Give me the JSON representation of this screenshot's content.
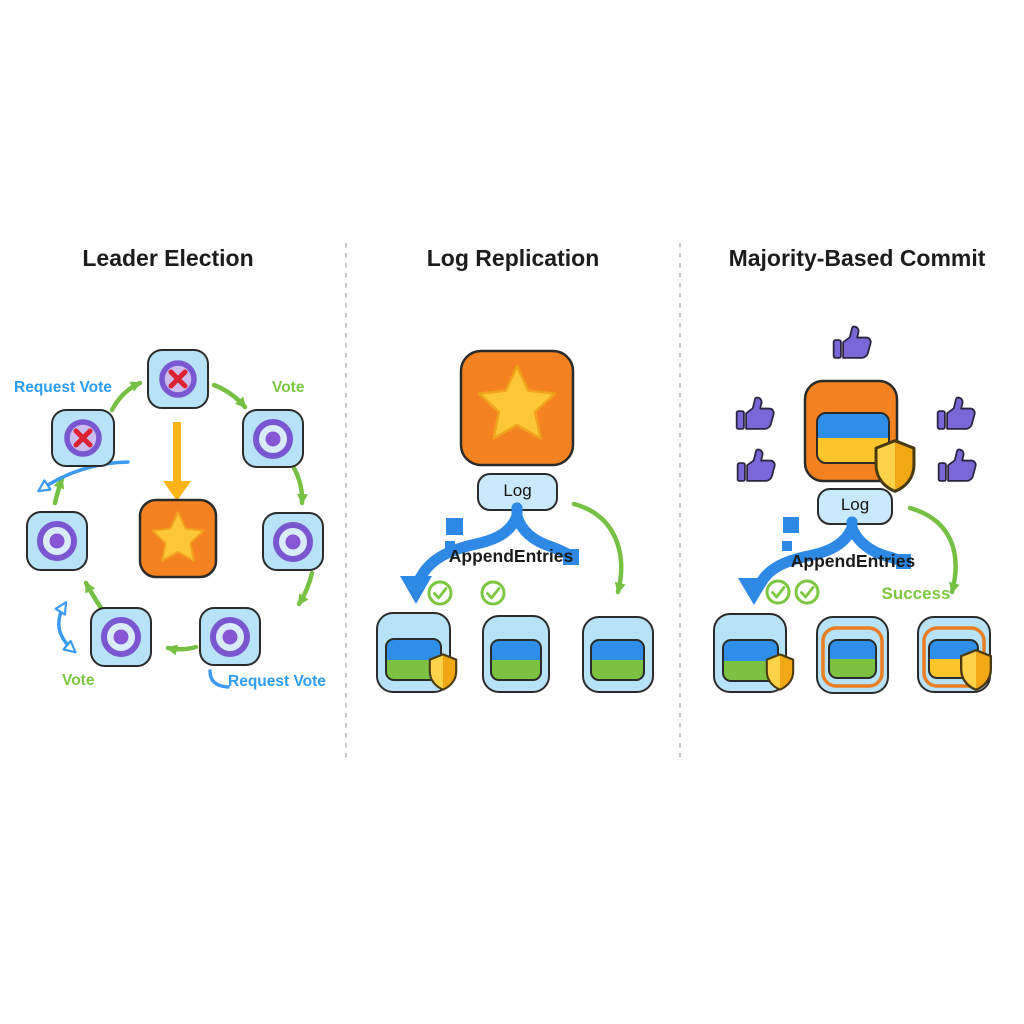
{
  "panels": [
    {
      "title": "Leader Election",
      "labels": {
        "request_vote_top": "Request Vote",
        "vote_top": "Vote",
        "vote_bottom": "Vote",
        "request_vote_bottom": "Request Vote"
      }
    },
    {
      "title": "Log Replication",
      "log_box_label": "Log",
      "message_label": "AppendEntries"
    },
    {
      "title": "Majority-Based Commit",
      "log_box_label": "Log",
      "message_label": "AppendEntries",
      "success_label": "Success"
    }
  ],
  "icons": {
    "leader": "star-icon",
    "vote_rejected": "x-circle-icon",
    "vote_granted": "target-circle-icon",
    "acknowledge": "thumbs-up-icon",
    "committed": "shield-icon",
    "replicated_ok": "check-circle-icon"
  },
  "colors": {
    "background": "#ffffff",
    "node_fill": "#b7e2f8",
    "log_box_fill": "#c9eafc",
    "node_border": "#2b2b2b",
    "leader_orange": "#f58220",
    "star_yellow": "#fdc838",
    "arrow_green": "#76c043",
    "arrow_blue": "#3b9bf0",
    "thick_arrow_blue": "#2e89e5",
    "vote_arrow_yellow": "#fcb316",
    "icon_purple": "#7a57d0",
    "x_red": "#dc2130",
    "entry_blue": "#2f8fe8",
    "entry_green": "#7cc142",
    "entry_yellow": "#fdc52c",
    "commit_ring_orange": "#e87e24",
    "shield_gold": "#f2a714",
    "thumb_purple": "#7b68d8",
    "separator_gray": "#b4bac1"
  }
}
